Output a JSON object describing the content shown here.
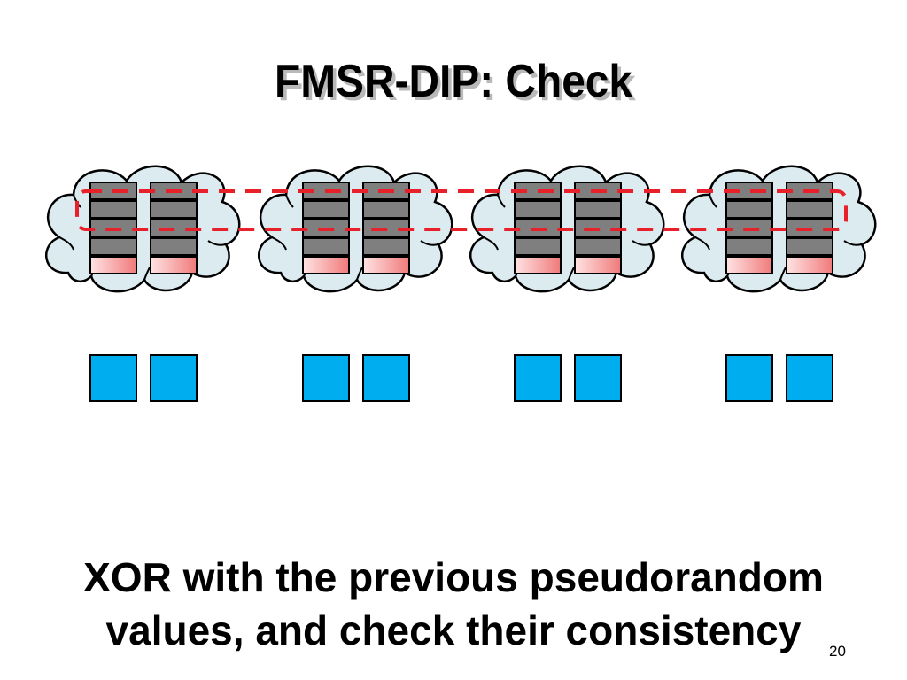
{
  "slide": {
    "title": "FMSR-DIP: Check",
    "caption_line1": "XOR with the previous pseudorandom",
    "caption_line2": "values, and check their consistency",
    "page_number": "20"
  },
  "diagram": {
    "cloud_count": 4,
    "chunk_columns_per_cloud": 2,
    "gray_blocks_per_column": 4,
    "pink_blocks_per_column": 1,
    "checked_rows": 2,
    "result_squares_per_cloud": 2,
    "colors": {
      "cloud_fill": "#dcebf0",
      "cloud_stroke": "#000000",
      "gray_block": "#7f7f7f",
      "pink_block_light": "#ffe3e3",
      "pink_block_dark": "#f07a7a",
      "dashed_box": "#e8202a",
      "result_square": "#00aeef"
    }
  }
}
